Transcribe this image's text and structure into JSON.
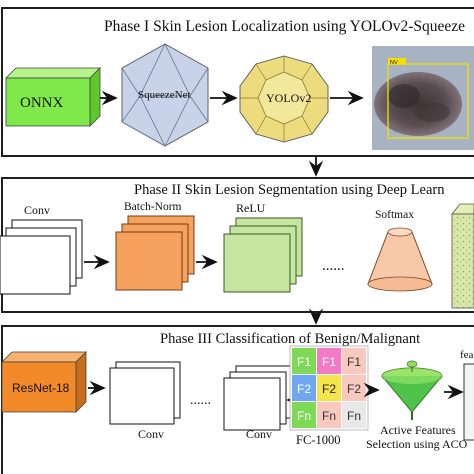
{
  "phase1": {
    "title": "Phase I Skin Lesion Localization using YOLOv2-Squeeze",
    "onnx_label": "ONNX",
    "squeezenet_label": "SqueezeNet",
    "yolo_label": "YOLOv2",
    "bbox_tag": "NV"
  },
  "phase2": {
    "title": "Phase II Skin Lesion Segmentation using Deep Learn",
    "conv_label": "Conv",
    "batchnorm_label": "Batch-Norm",
    "relu_label": "ReLU",
    "softmax_label": "Softmax",
    "dots": "......"
  },
  "phase3": {
    "title": "Phase III Classification of Benign/Malignant",
    "resnet_label": "ResNet-18",
    "conv1_label": "Conv",
    "conv2_label": "Conv",
    "dots": "......",
    "fc_label": "FC-1000",
    "active_label": "Active Features",
    "aco_label": "Selection using ACO",
    "fea_label": "fea",
    "grid": [
      "F1",
      "F1",
      "F1",
      "F2",
      "F2",
      "F2",
      "Fn",
      "Fn",
      "Fn"
    ]
  },
  "colors": {
    "onnx_green": "#7fe84a",
    "squeeze_blue": "#c8d3ea",
    "yolo_yellow": "#ecdc7e",
    "conv_orange": "#f6a25e",
    "relu_green": "#c4e6a0",
    "softmax_peach": "#f8c9a8",
    "resnet_orange": "#f28a2a"
  }
}
